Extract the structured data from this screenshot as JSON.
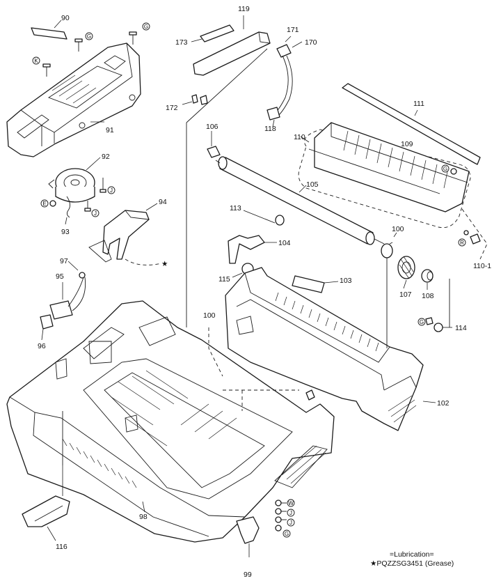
{
  "parts": [
    {
      "id": "p90",
      "label": "90"
    },
    {
      "id": "p91",
      "label": "91"
    },
    {
      "id": "p92",
      "label": "92"
    },
    {
      "id": "p93",
      "label": "93"
    },
    {
      "id": "p94",
      "label": "94"
    },
    {
      "id": "p95",
      "label": "95"
    },
    {
      "id": "p96",
      "label": "96"
    },
    {
      "id": "p97",
      "label": "97"
    },
    {
      "id": "p98",
      "label": "98"
    },
    {
      "id": "p99",
      "label": "99"
    },
    {
      "id": "p100a",
      "label": "100"
    },
    {
      "id": "p100b",
      "label": "100"
    },
    {
      "id": "p102",
      "label": "102"
    },
    {
      "id": "p103",
      "label": "103"
    },
    {
      "id": "p104",
      "label": "104"
    },
    {
      "id": "p105",
      "label": "105"
    },
    {
      "id": "p106",
      "label": "106"
    },
    {
      "id": "p107",
      "label": "107"
    },
    {
      "id": "p108",
      "label": "108"
    },
    {
      "id": "p109",
      "label": "109"
    },
    {
      "id": "p110",
      "label": "110"
    },
    {
      "id": "p110_1",
      "label": "110-1"
    },
    {
      "id": "p111",
      "label": "111"
    },
    {
      "id": "p113",
      "label": "113"
    },
    {
      "id": "p114",
      "label": "114"
    },
    {
      "id": "p115",
      "label": "115"
    },
    {
      "id": "p116",
      "label": "116"
    },
    {
      "id": "p118",
      "label": "118"
    },
    {
      "id": "p119",
      "label": "119"
    },
    {
      "id": "p170",
      "label": "170"
    },
    {
      "id": "p171",
      "label": "171"
    },
    {
      "id": "p172",
      "label": "172"
    },
    {
      "id": "p173",
      "label": "173"
    }
  ],
  "fastener_markers": {
    "K": "K",
    "G": "G",
    "J": "J",
    "E": "E",
    "R": "R",
    "W": "W"
  },
  "lubrication": {
    "title": "=Lubrication=",
    "item": "★PQZZSG3451 (Grease)",
    "marker": "★"
  }
}
